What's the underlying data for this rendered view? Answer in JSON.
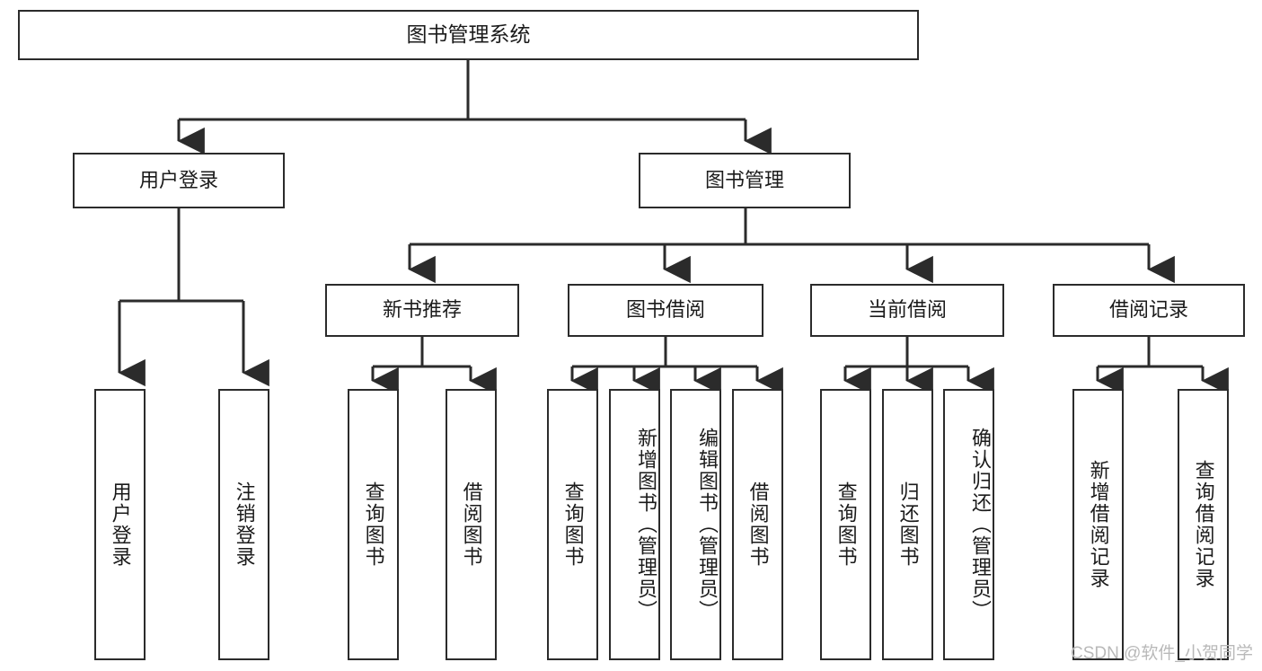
{
  "diagram": {
    "title": "图书管理系统",
    "type": "functional-structure-tree",
    "root": {
      "label": "图书管理系统"
    },
    "level2": [
      {
        "id": "user-login",
        "label": "用户登录"
      },
      {
        "id": "book-manage",
        "label": "图书管理"
      }
    ],
    "level3": [
      {
        "id": "new-book-recommend",
        "label": "新书推荐",
        "parent": "book-manage"
      },
      {
        "id": "book-borrow",
        "label": "图书借阅",
        "parent": "book-manage"
      },
      {
        "id": "current-borrow",
        "label": "当前借阅",
        "parent": "book-manage"
      },
      {
        "id": "borrow-record",
        "label": "借阅记录",
        "parent": "book-manage"
      }
    ],
    "leaves": [
      {
        "id": "leaf-user-login",
        "label": "用户登录",
        "parent": "user-login"
      },
      {
        "id": "leaf-user-logout",
        "label": "注销登录",
        "parent": "user-login"
      },
      {
        "id": "leaf-query-book-1",
        "label": "查询图书",
        "parent": "new-book-recommend"
      },
      {
        "id": "leaf-borrow-book-1",
        "label": "借阅图书",
        "parent": "new-book-recommend"
      },
      {
        "id": "leaf-query-book-2",
        "label": "查询图书",
        "parent": "book-borrow"
      },
      {
        "id": "leaf-add-book",
        "label": "新增图书（管理员）",
        "parent": "book-borrow"
      },
      {
        "id": "leaf-edit-book",
        "label": "编辑图书（管理员）",
        "parent": "book-borrow"
      },
      {
        "id": "leaf-borrow-book-2",
        "label": "借阅图书",
        "parent": "book-borrow"
      },
      {
        "id": "leaf-query-book-3",
        "label": "查询图书",
        "parent": "current-borrow"
      },
      {
        "id": "leaf-return-book",
        "label": "归还图书",
        "parent": "current-borrow"
      },
      {
        "id": "leaf-confirm-return",
        "label": "确认归还（管理员）",
        "parent": "current-borrow"
      },
      {
        "id": "leaf-add-record",
        "label": "新增借阅记录",
        "parent": "borrow-record"
      },
      {
        "id": "leaf-query-record",
        "label": "查询借阅记录",
        "parent": "borrow-record"
      }
    ],
    "colors": {
      "box_border": "#2b2b2b",
      "box_fill": "#ffffff",
      "connector": "#2b2b2b",
      "text": "#1b1b1b",
      "watermark": "#b9b9b9"
    }
  },
  "watermark": {
    "text": "CSDN @软件_小贺同学"
  }
}
